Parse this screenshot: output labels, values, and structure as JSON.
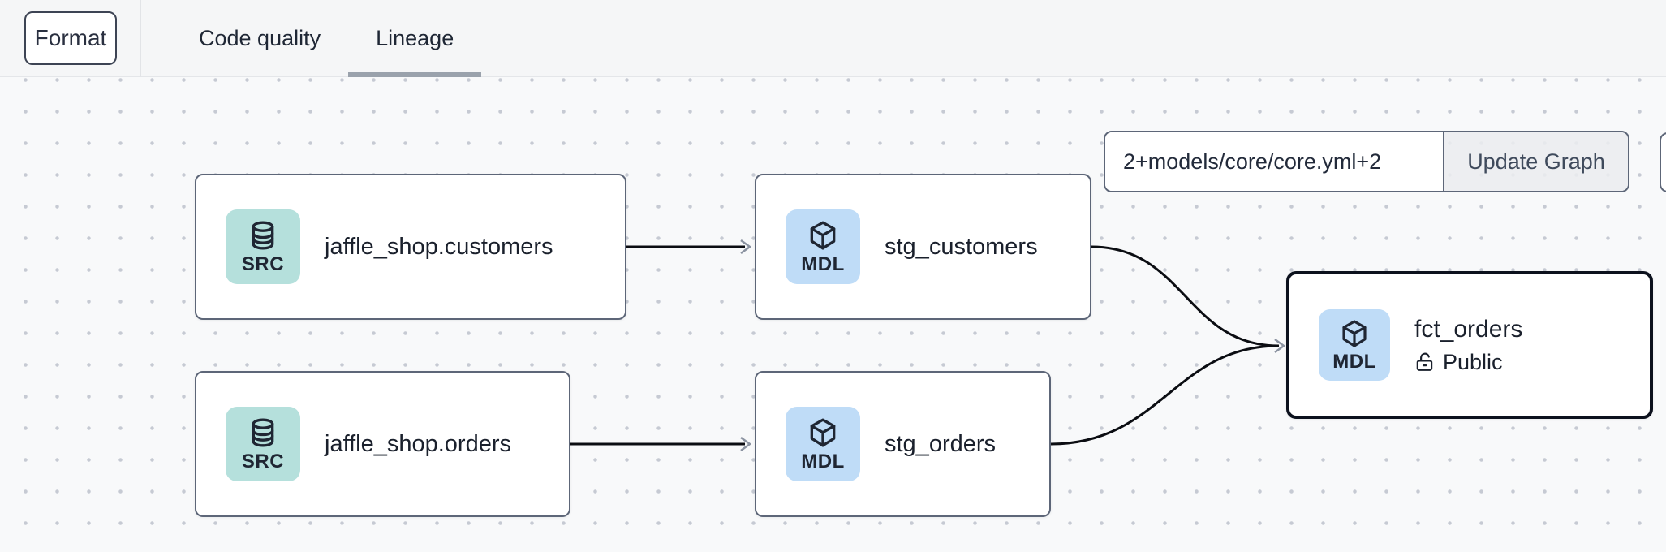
{
  "toolbar": {
    "format_label": "Format",
    "tabs": [
      {
        "label": "Code quality",
        "active": false
      },
      {
        "label": "Lineage",
        "active": true
      }
    ]
  },
  "lineage_controls": {
    "selector_value": "2+models/core/core.yml+2",
    "update_button_label": "Update Graph"
  },
  "graph": {
    "nodes": [
      {
        "id": "jaffle_shop.customers",
        "title": "jaffle_shop.customers",
        "type": "SRC",
        "icon": "database-icon"
      },
      {
        "id": "stg_customers",
        "title": "stg_customers",
        "type": "MDL",
        "icon": "cube-icon"
      },
      {
        "id": "jaffle_shop.orders",
        "title": "jaffle_shop.orders",
        "type": "SRC",
        "icon": "database-icon"
      },
      {
        "id": "stg_orders",
        "title": "stg_orders",
        "type": "MDL",
        "icon": "cube-icon"
      },
      {
        "id": "fct_orders",
        "title": "fct_orders",
        "type": "MDL",
        "icon": "cube-icon",
        "access": "Public",
        "selected": true
      }
    ],
    "edges": [
      {
        "from": "jaffle_shop.customers",
        "to": "stg_customers"
      },
      {
        "from": "jaffle_shop.orders",
        "to": "stg_orders"
      },
      {
        "from": "stg_customers",
        "to": "fct_orders"
      },
      {
        "from": "stg_orders",
        "to": "fct_orders"
      }
    ],
    "colors": {
      "src_badge": "#b5e0dc",
      "mdl_badge": "#bfdcf7",
      "edge": "#0b0d12",
      "arrowhead": "#8b93a1",
      "node_border": "#5d6678",
      "selected_node_border": "#0c111d",
      "tab_underline": "#9aa2ac"
    }
  }
}
